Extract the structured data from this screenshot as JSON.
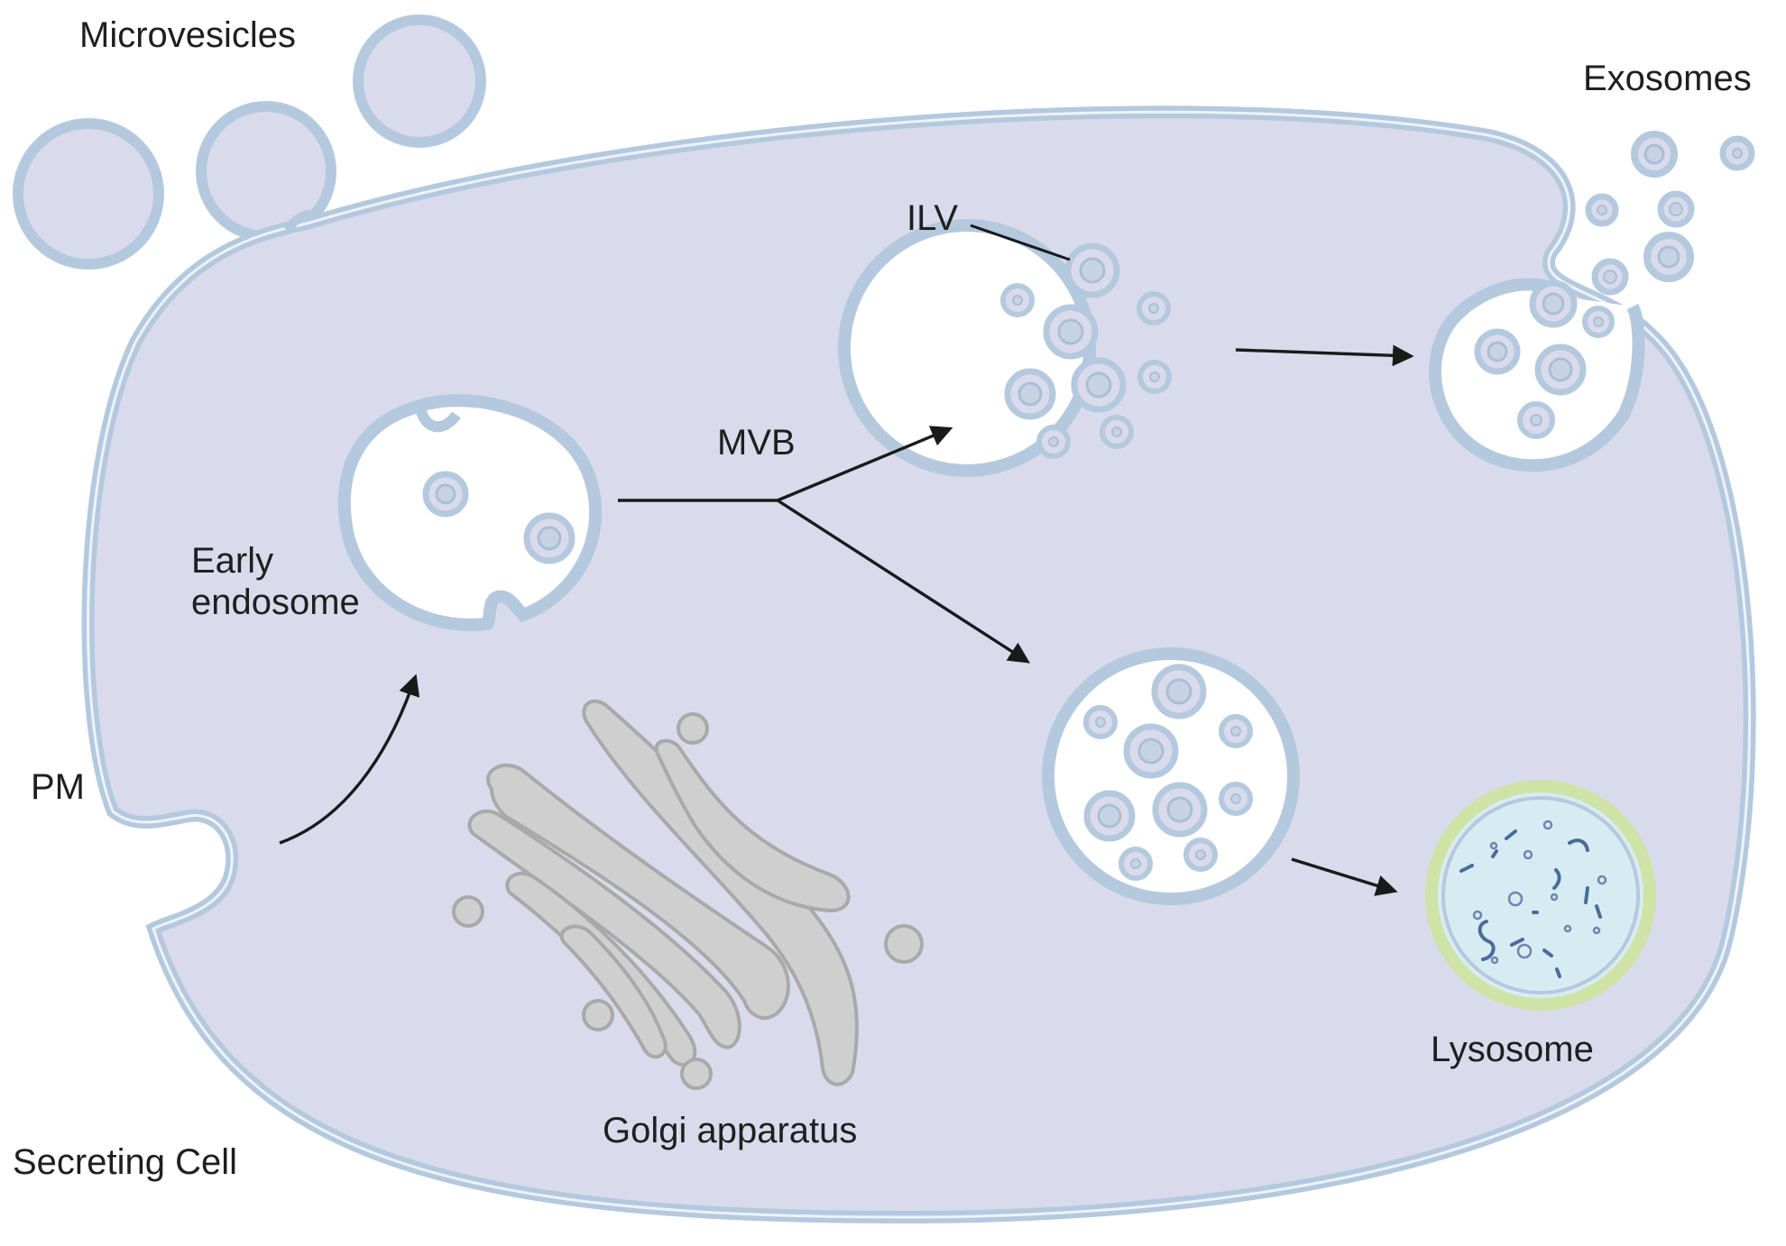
{
  "labels": {
    "microvesicles": "Microvesicles",
    "exosomes": "Exosomes",
    "ilv": "ILV",
    "mvb": "MVB",
    "early_endosome_line1": "Early",
    "early_endosome_line2": "endosome",
    "pm": "PM",
    "golgi": "Golgi apparatus",
    "lysosome": "Lysosome",
    "secreting_cell": "Secreting Cell"
  },
  "colors": {
    "cytoplasm": "#d9dbec",
    "membrane": "#b4c9de",
    "vesicle_fill": "#ffffff",
    "golgi": "#cfcfcf",
    "lysosome_rim": "#cfe3a6",
    "lysosome_lumen": "#d7ecf2",
    "arrow": "#1a1a1a"
  }
}
